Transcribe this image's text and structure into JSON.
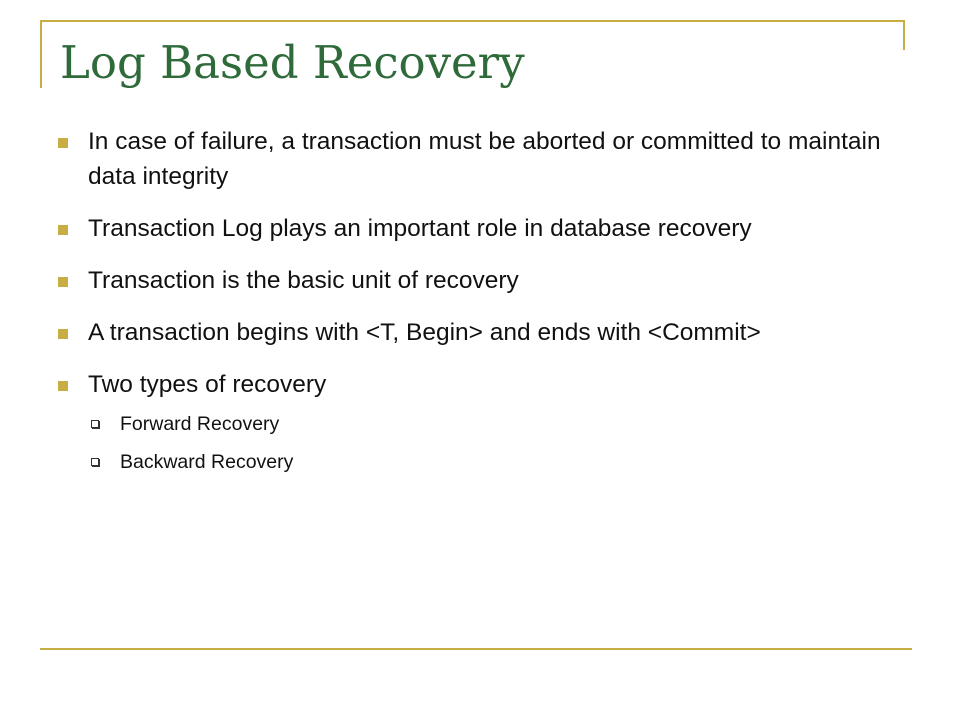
{
  "slide": {
    "title": "Log Based Recovery",
    "accent_color": "#c8ad45",
    "title_color": "#2f6b3a",
    "bullets": [
      {
        "text": "In case of failure, a transaction must be aborted or committed to maintain data integrity"
      },
      {
        "text": "Transaction Log plays an important role in database recovery"
      },
      {
        "text": "Transaction is the basic unit of recovery"
      },
      {
        "text": "A transaction begins with <T, Begin> and ends with <Commit>"
      },
      {
        "text": "Two types of recovery"
      }
    ],
    "subbullets": [
      {
        "text": "Forward Recovery"
      },
      {
        "text": "Backward Recovery"
      }
    ]
  }
}
